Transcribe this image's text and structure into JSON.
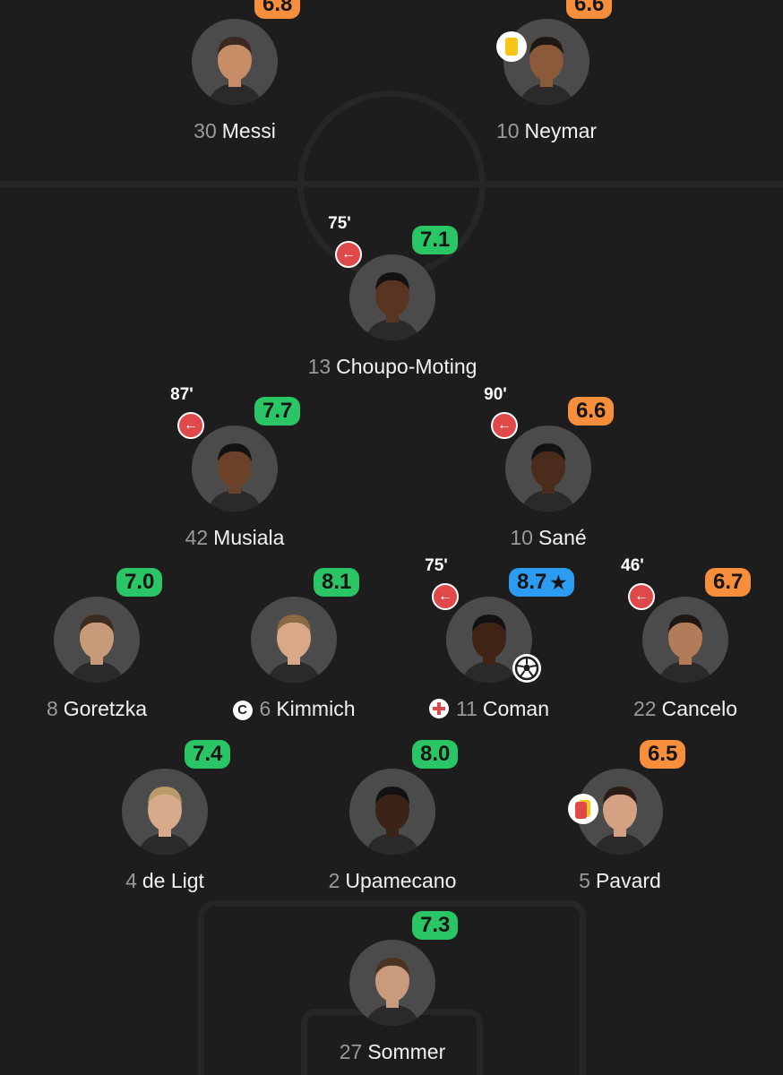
{
  "players": [
    {
      "key": "messi",
      "number": "30",
      "name": "Messi",
      "rating": "6.8",
      "rating_color": "#f68e3b"
    },
    {
      "key": "neymar",
      "number": "10",
      "name": "Neymar",
      "rating": "6.6",
      "rating_color": "#f68e3b",
      "card": "yellow"
    },
    {
      "key": "choupo",
      "number": "13",
      "name": "Choupo-Moting",
      "rating": "7.1",
      "rating_color": "#2ac565",
      "sub_minute": "75'"
    },
    {
      "key": "musiala",
      "number": "42",
      "name": "Musiala",
      "rating": "7.7",
      "rating_color": "#2ac565",
      "sub_minute": "87'"
    },
    {
      "key": "sane",
      "number": "10",
      "name": "Sané",
      "rating": "6.6",
      "rating_color": "#f68e3b",
      "sub_minute": "90'"
    },
    {
      "key": "goretzka",
      "number": "8",
      "name": "Goretzka",
      "rating": "7.0",
      "rating_color": "#2ac565"
    },
    {
      "key": "kimmich",
      "number": "6",
      "name": "Kimmich",
      "rating": "8.1",
      "rating_color": "#2ac565",
      "captain": "C"
    },
    {
      "key": "coman",
      "number": "11",
      "name": "Coman",
      "rating": "8.7",
      "rating_color": "#2b9cf2",
      "sub_minute": "75'",
      "star": "★",
      "goal": true,
      "injury": true
    },
    {
      "key": "cancelo",
      "number": "22",
      "name": "Cancelo",
      "rating": "6.7",
      "rating_color": "#f68e3b",
      "sub_minute": "46'"
    },
    {
      "key": "deligt",
      "number": "4",
      "name": "de Ligt",
      "rating": "7.4",
      "rating_color": "#2ac565"
    },
    {
      "key": "upamecano",
      "number": "2",
      "name": "Upamecano",
      "rating": "8.0",
      "rating_color": "#2ac565"
    },
    {
      "key": "pavard",
      "number": "5",
      "name": "Pavard",
      "rating": "6.5",
      "rating_color": "#f68e3b",
      "card": "second-yellow-red"
    },
    {
      "key": "sommer",
      "number": "27",
      "name": "Sommer",
      "rating": "7.3",
      "rating_color": "#2ac565"
    }
  ],
  "icons": {
    "sub_off": "arrow-left-icon",
    "captain": "captain-icon",
    "injury": "injury-cross-icon",
    "goal": "football-icon",
    "yellow_card": "yellow-card-icon",
    "red_card": "second-yellow-red-card-icon"
  },
  "colors": {
    "background": "#1d1d1d",
    "pitch_lines": "#262626",
    "substitution": "#e04949"
  }
}
